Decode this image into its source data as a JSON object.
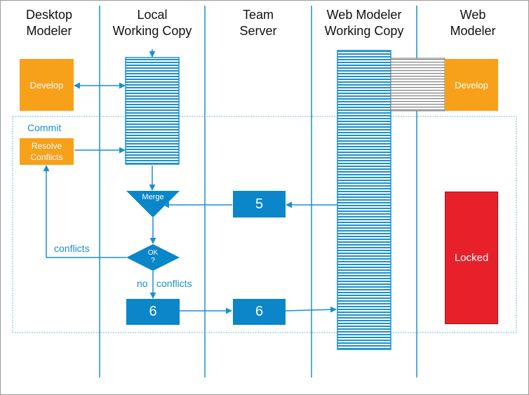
{
  "columns": [
    {
      "title": "Desktop\nModeler"
    },
    {
      "title": "Local\nWorking Copy"
    },
    {
      "title": "Team\nServer"
    },
    {
      "title": "Web Modeler\nWorking Copy"
    },
    {
      "title": "Web\nModeler"
    }
  ],
  "commit_region": {
    "label": "Commit"
  },
  "nodes": {
    "develop_desktop": "Develop",
    "develop_web": "Develop",
    "resolve_conflicts": "Resolve\nConflicts",
    "merge": "Merge",
    "ok_check": "OK\n?",
    "server_version_5": "5",
    "local_version_6": "6",
    "server_version_6": "6",
    "locked": "Locked"
  },
  "edge_labels": {
    "conflicts": "conflicts",
    "no_conflicts_no": "no",
    "no_conflicts_conflicts": "conflicts"
  },
  "colors": {
    "line": "#1a8fd0",
    "orange": "#f7a11a",
    "blue_box": "#0a86c9",
    "red": "#e8202a",
    "gray_lines": "#7f7f7f",
    "dotted_border": "#4aa6d8"
  }
}
